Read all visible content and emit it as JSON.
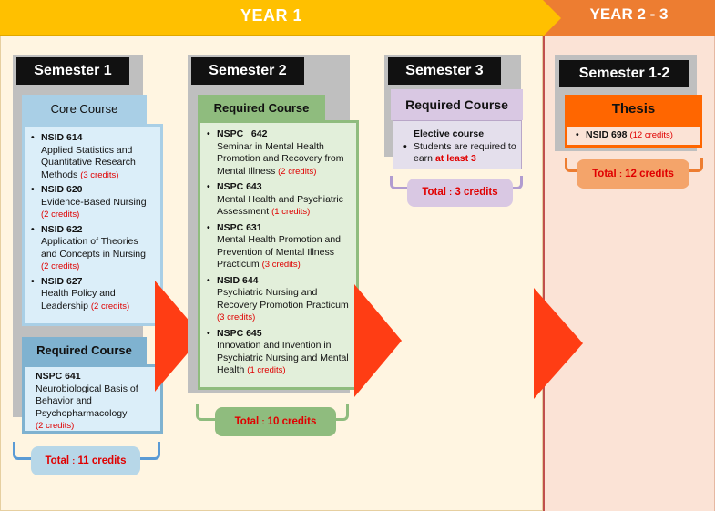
{
  "banner": {
    "year1": "YEAR 1",
    "year2": "YEAR 2 - 3"
  },
  "sem1": {
    "title": "Semester 1",
    "core_label": "Core Course",
    "core": [
      {
        "code": "NSID 614",
        "name": "Applied Statistics and Quantitative Research Methods",
        "credits": "(3 credits)"
      },
      {
        "code": "NSID 620",
        "name": "Evidence-Based Nursing",
        "credits": "(2 credits)"
      },
      {
        "code": "NSID 622",
        "name": "Application of Theories and Concepts in Nursing",
        "credits": "(2 credits)"
      },
      {
        "code": "NSID 627",
        "name": "Health Policy and Leadership",
        "credits": "(2 credits)"
      }
    ],
    "req_label": "Required Course",
    "req": {
      "code": "NSPC 641",
      "name": "Neurobiological Basis of Behavior and Psychopharmacology",
      "credits": "(2 credits)"
    },
    "total_prefix": "Total",
    "total_sep": ":",
    "total_value": "11 credits"
  },
  "sem2": {
    "title": "Semester 2",
    "req_label": "Required Course",
    "courses": [
      {
        "code": "NSPC   642",
        "name": "Seminar in Mental Health Promotion and Recovery from Mental Illness",
        "credits": "(2 credits)"
      },
      {
        "code": "NSPC 643",
        "name": "Mental Health and Psychiatric Assessment",
        "credits": "(1 credits)"
      },
      {
        "code": "NSPC 631",
        "name": "Mental Health Promotion and Prevention of Mental Illness Practicum",
        "credits": "(3 credits)"
      },
      {
        "code": "NSID 644",
        "name": "Psychiatric Nursing and Recovery Promotion Practicum",
        "credits": "(3 credits)"
      },
      {
        "code": "NSPC 645",
        "name": "Innovation and Invention in Psychiatric Nursing and Mental Health",
        "credits": "(1 credits)"
      }
    ],
    "total_prefix": "Total",
    "total_sep": ":",
    "total_value": "10 credits"
  },
  "sem3": {
    "title": "Semester 3",
    "req_label": "Required Course",
    "elective_title": "Elective course",
    "elective_text": "Students are required to earn",
    "elective_emph": "at least 3",
    "total_prefix": "Total",
    "total_sep": ":",
    "total_value": "3 credits"
  },
  "sem12": {
    "title": "Semester 1-2",
    "thesis_label": "Thesis",
    "thesis": {
      "code": "NSID 698",
      "credits": "(12 credits)"
    },
    "total_prefix": "Total",
    "total_sep": ":",
    "total_value": "12 credits"
  },
  "colors": {
    "year1": "#ffc000",
    "year2": "#ed7d31",
    "arrow": "#ff3d14",
    "sem1_core": "#dbeef9",
    "sem1_req": "#b7d7e8",
    "sem2": "#e2efda",
    "sem3": "#e4dfec",
    "thesis": "#ff6600"
  }
}
